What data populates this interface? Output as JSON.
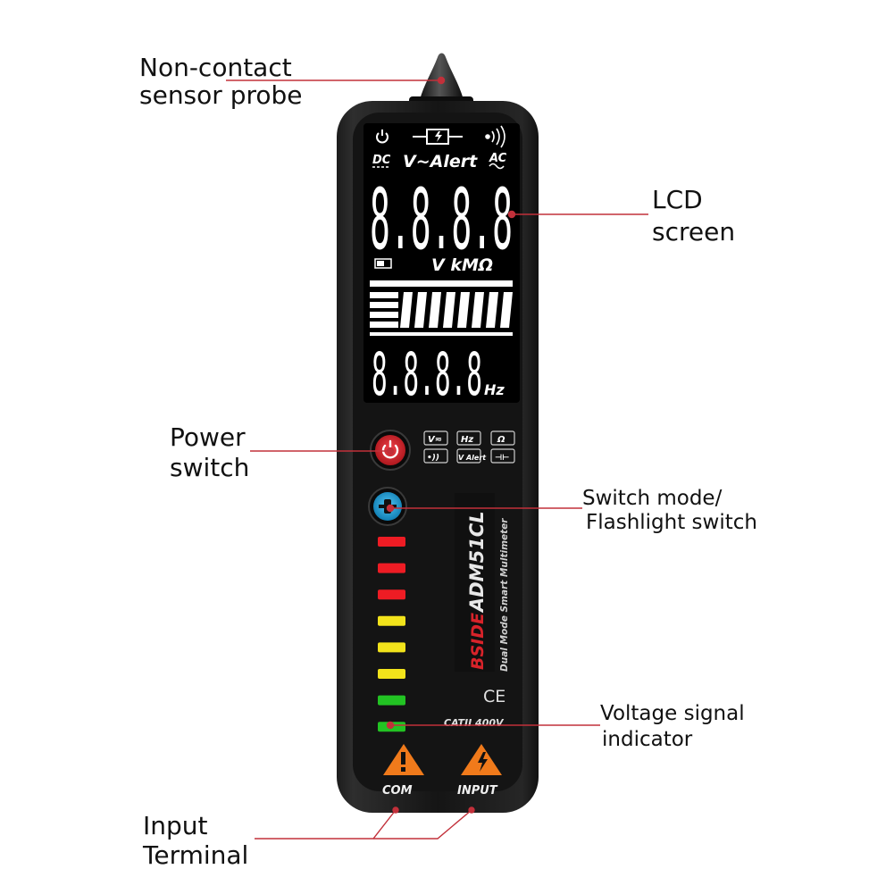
{
  "callouts": {
    "probe": [
      "Non-contact",
      "sensor probe"
    ],
    "lcd": [
      "LCD",
      "screen"
    ],
    "power": [
      "Power",
      "switch"
    ],
    "mode": [
      "Switch mode/",
      "Flashlight switch"
    ],
    "voltage": [
      "Voltage signal",
      "indicator"
    ],
    "terminal": [
      "Input",
      "Terminal"
    ]
  },
  "lcd": {
    "dc": "DC",
    "alert": "V~Alert",
    "ac": "AC",
    "main_digits": "8.8.8.8",
    "units": "V kMΩ",
    "sub_digits": "8.8.8.8",
    "hz": "Hz"
  },
  "mode_icons": [
    "V≂",
    "Hz",
    "Ω",
    "•))",
    "V Alert",
    "⊣⊢"
  ],
  "device": {
    "brand": "BSIDE",
    "model": "ADM51CL",
    "subtitle": "Dual Mode Smart Multimeter",
    "ce": "CE",
    "cat": "CATII 400V",
    "com": "COM",
    "input": "INPUT"
  },
  "indicator_colors": [
    "#ee1c24",
    "#ee1c24",
    "#ee1c24",
    "#f2e31b",
    "#f2e31b",
    "#f2e31b",
    "#22c323",
    "#22c323"
  ],
  "colors": {
    "callout_line": "#c2303a",
    "power_button": "#d8232a",
    "mode_button": "#1aa0dc",
    "warning": "#f07a1b"
  }
}
